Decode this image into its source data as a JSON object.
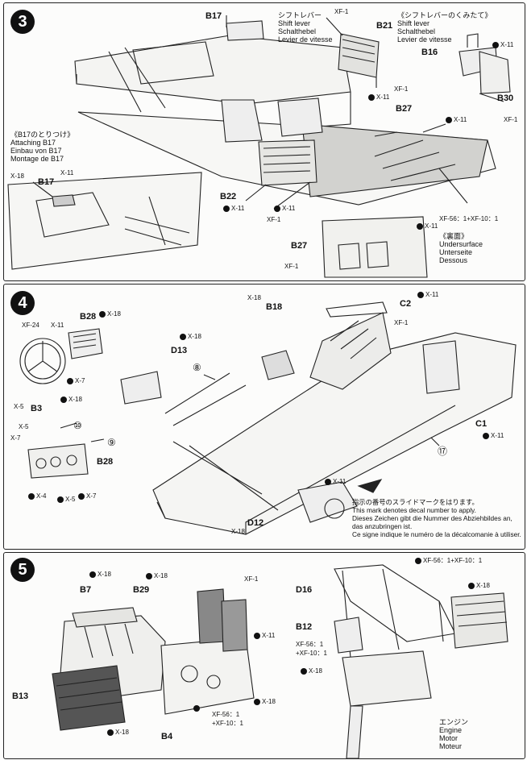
{
  "step3": {
    "number": "3",
    "shift_lever_jp": "シフトレバー",
    "shift_lever_en": "Shift lever",
    "shift_lever_de": "Schalthebel",
    "shift_lever_fr": "Levier de vitesse",
    "shift_assembly_jp": "《シフトレバーのくみたて》",
    "shift_assembly_en": "Shift lever",
    "shift_assembly_de": "Schalthebel",
    "shift_assembly_fr": "Levier de vitesse",
    "attach_jp": "《B17のとりつけ》",
    "attach_en": "Attaching B17",
    "attach_de": "Einbau von B17",
    "attach_fr": "Montage de B17",
    "under_jp": "《裏面》",
    "under_en": "Undersurface",
    "under_de": "Unterseite",
    "under_fr": "Dessous",
    "parts": {
      "b17": "B17",
      "b21": "B21",
      "b16": "B16",
      "b27": "B27",
      "b30": "B30",
      "b22": "B22",
      "b17_left": "B17",
      "b27_under": "B27"
    },
    "screws": {
      "xf1_a": "XF-1",
      "x11_a": "X-11",
      "xf1_b": "XF-1",
      "x11_b": "X-11",
      "x11_c": "X-11",
      "xf1_c": "XF-1",
      "x11_d": "X-11",
      "x18_a": "X-18",
      "x11_e": "X-11",
      "x11_f": "X-11",
      "xf1_d": "XF-1",
      "xf56": "XF-56：1+XF-10：1",
      "x11_g": "X-11",
      "xf1_e": "XF-1"
    }
  },
  "step4": {
    "number": "4",
    "parts": {
      "b18": "B18",
      "c2": "C2",
      "b28_top": "B28",
      "d13": "D13",
      "b3": "B3",
      "c1": "C1",
      "b28_dash": "B28",
      "d12": "D12"
    },
    "screws": {
      "x18_a": "X-18",
      "x11_a": "X-11",
      "xf1_a": "XF-1",
      "x18_b": "X-18",
      "xf24": "XF-24",
      "x11_b": "X-11",
      "x18_c": "X-18",
      "x7_a": "X-7",
      "x5_a": "X-5",
      "x18_d": "X-18",
      "x11_c": "X-11",
      "x5_b": "X-5",
      "x7_b": "X-7",
      "x4": "X-4",
      "x5_c": "X-5",
      "x7_c": "X-7",
      "x11_d": "X-11",
      "x18_e": "X-18"
    },
    "decals": {
      "d8": "⑧",
      "d10": "⑩",
      "d9": "⑨",
      "d17": "⑰"
    },
    "note_jp": "指示の番号のスライドマークをはります。",
    "note_en": "This mark denotes decal number to apply.",
    "note_de1": "Dieses Zeichen gibt die Nummer des Abziehbildes an,",
    "note_de2": "das anzubringen ist.",
    "note_fr": "Ce signe indique le numéro de la décalcomanie à utiliser."
  },
  "step5": {
    "number": "5",
    "parts": {
      "b7": "B7",
      "b29": "B29",
      "b13": "B13",
      "b4": "B4",
      "d16": "D16",
      "b12": "B12"
    },
    "screws": {
      "x18_a": "X-18",
      "x18_b": "X-18",
      "xf1": "XF-1",
      "x11": "X-11",
      "x18_c": "X-18",
      "x18_d": "X-18",
      "xf56_a1": "XF-56：1",
      "xf56_a2": "+XF-10：1",
      "x18_e": "X-18",
      "xf56_b": "XF-56：1+XF-10：1",
      "x18_f": "X-18",
      "xf56_c1": "XF-56：1",
      "xf56_c2": "+XF-10：1"
    },
    "engine_jp": "エンジン",
    "engine_en": "Engine",
    "engine_de": "Motor",
    "engine_fr": "Moteur"
  }
}
